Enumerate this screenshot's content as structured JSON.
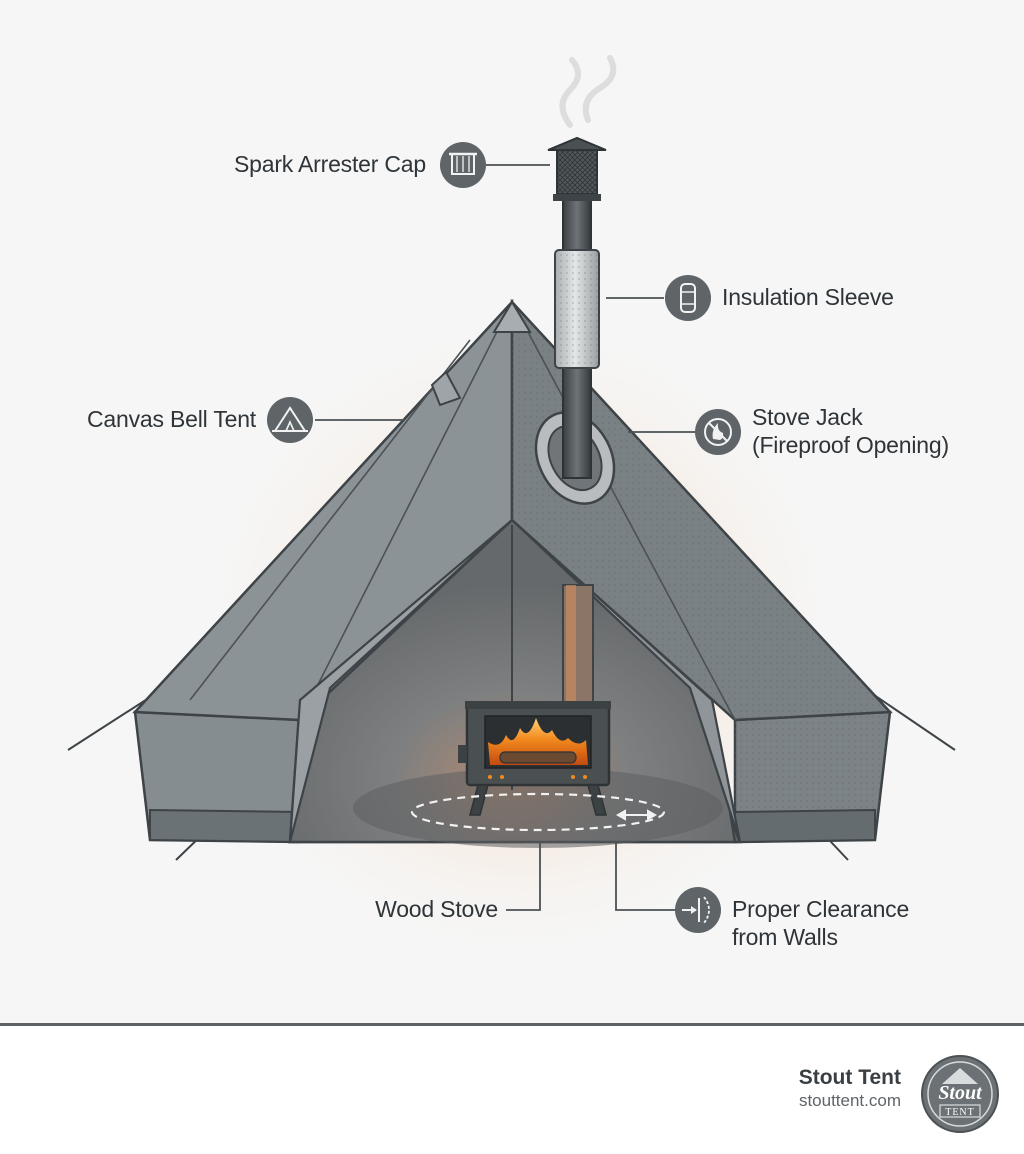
{
  "labels": {
    "spark_arrester": "Spark Arrester Cap",
    "insulation_sleeve": "Insulation Sleeve",
    "canvas_bell_tent": "Canvas Bell Tent",
    "stove_jack_line1": "Stove Jack",
    "stove_jack_line2": "(Fireproof Opening)",
    "wood_stove": "Wood Stove",
    "clearance_line1": "Proper Clearance",
    "clearance_line2": "from Walls"
  },
  "icons": {
    "spark_arrester": "mesh-cap-icon",
    "insulation_sleeve": "sleeve-icon",
    "canvas_bell_tent": "tent-icon",
    "stove_jack": "fireproof-icon",
    "clearance": "clearance-icon"
  },
  "brand": {
    "name": "Stout Tent",
    "url": "stouttent.com",
    "logo_word": "Stout",
    "logo_sub": "TENT"
  },
  "colors": {
    "tent_canvas": "#8c9396",
    "tent_dark": "#6e7578",
    "outline": "#3d4347",
    "glow": "#f7b98a",
    "fire": "#f28a1e",
    "label_text": "#2e3438"
  }
}
